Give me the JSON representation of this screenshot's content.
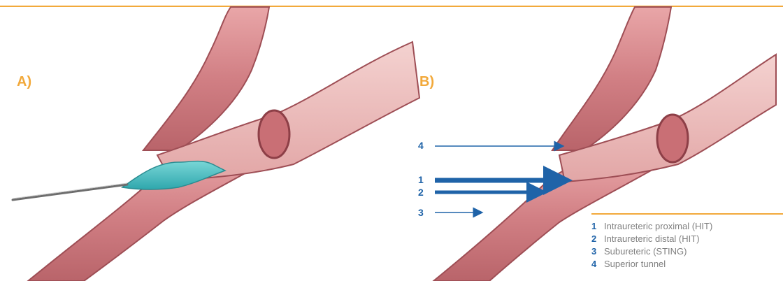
{
  "panels": [
    {
      "label": "A)"
    },
    {
      "label": "B)"
    }
  ],
  "markers": [
    "4",
    "1",
    "2",
    "3"
  ],
  "legend": [
    {
      "num": "1",
      "text": "Intraureteric proximal (HIT)"
    },
    {
      "num": "2",
      "text": "Intraureteric distal (HIT)"
    },
    {
      "num": "3",
      "text": "Subureteric (STING)"
    },
    {
      "num": "4",
      "text": "Superior tunnel"
    }
  ],
  "colors": {
    "accent": "#f2a93b",
    "arrow": "#1f63a8",
    "tissue": "#d88a8e",
    "tissue_dark": "#b45c61",
    "tissue_light": "#f0c4c4",
    "bulking_agent": "#4fc3c7",
    "legend_text": "#808080"
  }
}
